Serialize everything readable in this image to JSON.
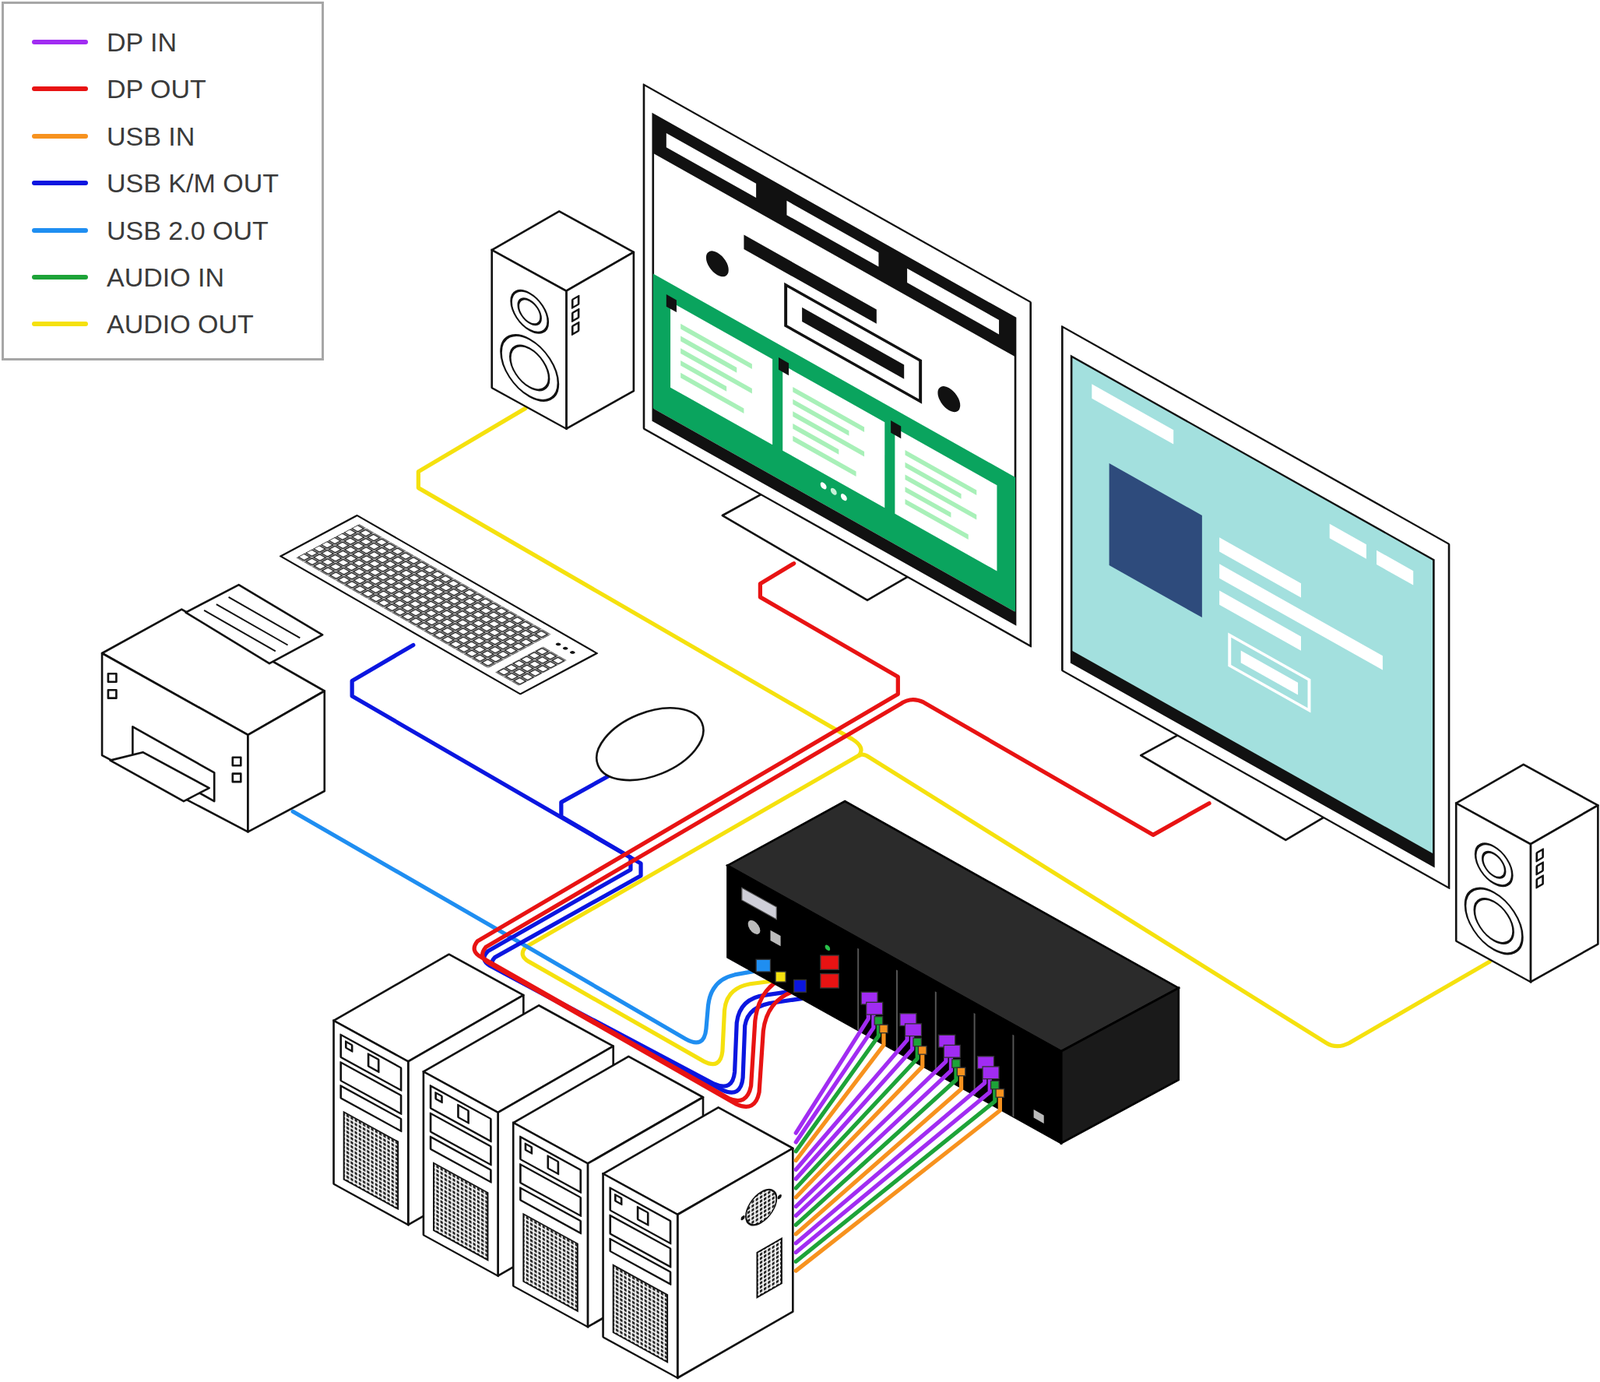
{
  "diagram": {
    "legend": [
      {
        "text": "DP IN",
        "color": "#a12cf2"
      },
      {
        "text": "DP OUT",
        "color": "#e81313"
      },
      {
        "text": "USB IN",
        "color": "#f7921e"
      },
      {
        "text": "USB K/M OUT",
        "color": "#0b16e0"
      },
      {
        "text": "USB 2.0 OUT",
        "color": "#1f8ef1"
      },
      {
        "text": "AUDIO IN",
        "color": "#1da338"
      },
      {
        "text": "AUDIO OUT",
        "color": "#f5e10e"
      }
    ]
  }
}
